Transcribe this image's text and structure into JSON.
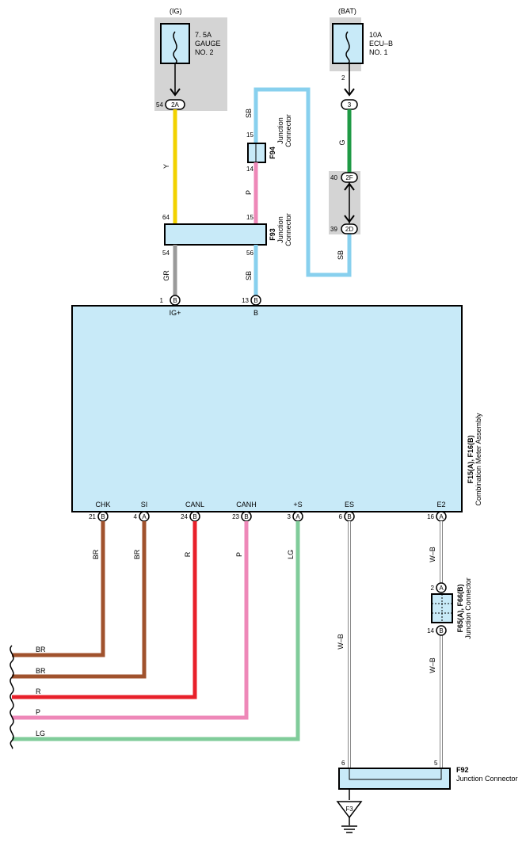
{
  "fuses": {
    "ig": {
      "source": "(IG)",
      "rating": "7. 5A",
      "name1": "GAUGE",
      "name2": "NO. 2",
      "pin": "54",
      "connector": "2A"
    },
    "bat": {
      "source": "(BAT)",
      "rating": "10A",
      "name1": "ECU–B",
      "name2": "NO. 1",
      "pin_top": "2",
      "connector": "3"
    }
  },
  "wire_colors": {
    "Y": "#f2d200",
    "SB": "#88d0ee",
    "P": "#ee88b8",
    "G": "#1f9a45",
    "GR": "#9a9a9a",
    "BR": "#a0522d",
    "R": "#e8202a",
    "LG": "#80cc9a",
    "WB": "#888888"
  },
  "junctions": {
    "f94": {
      "pin_top": "15",
      "pin_bottom": "14",
      "id": "F94",
      "name1": "Junction",
      "name2": "Connector"
    },
    "f93": {
      "pin_tl": "64",
      "pin_tr": "15",
      "pin_bl": "54",
      "pin_br": "56",
      "id": "F93",
      "name1": "Junction",
      "name2": "Connector"
    },
    "inline": {
      "pin_top": "40",
      "conn_top": "2F",
      "pin_bottom": "39",
      "conn_bottom": "2D"
    },
    "f65": {
      "pin_top": "2",
      "conn_top": "A",
      "pin_bottom": "14",
      "conn_bottom": "B",
      "id": "F65(A), F66(B)",
      "name": "Junction Connector"
    },
    "f92": {
      "pin_left": "6",
      "pin_right": "5",
      "id": "F92",
      "name": "Junction Connector"
    }
  },
  "wires": {
    "y": "Y",
    "sb_top": "SB",
    "p_mid": "P",
    "g": "G",
    "sb_right": "SB",
    "gr": "GR",
    "sb_left": "SB",
    "br1": "BR",
    "br2": "BR",
    "r": "R",
    "p": "P",
    "lg": "LG",
    "wb1": "W–B",
    "wb2": "W–B",
    "wb3": "W–B"
  },
  "meter": {
    "id": "F15(A), F16(B)",
    "name": "Combination Meter Assembly",
    "top_pins": [
      {
        "num": "1",
        "conn": "B",
        "label": "IG+"
      },
      {
        "num": "13",
        "conn": "B",
        "label": "B"
      }
    ],
    "bottom_pins": [
      {
        "num": "21",
        "conn": "B",
        "label": "CHK"
      },
      {
        "num": "4",
        "conn": "A",
        "label": "SI"
      },
      {
        "num": "24",
        "conn": "B",
        "label": "CANL"
      },
      {
        "num": "23",
        "conn": "B",
        "label": "CANH"
      },
      {
        "num": "3",
        "conn": "A",
        "label": "+S"
      },
      {
        "num": "6",
        "conn": "B",
        "label": "ES"
      },
      {
        "num": "16",
        "conn": "A",
        "label": "E2"
      }
    ]
  },
  "outputs": [
    "BR",
    "BR",
    "R",
    "P",
    "LG"
  ],
  "ground": {
    "id": "F3"
  }
}
